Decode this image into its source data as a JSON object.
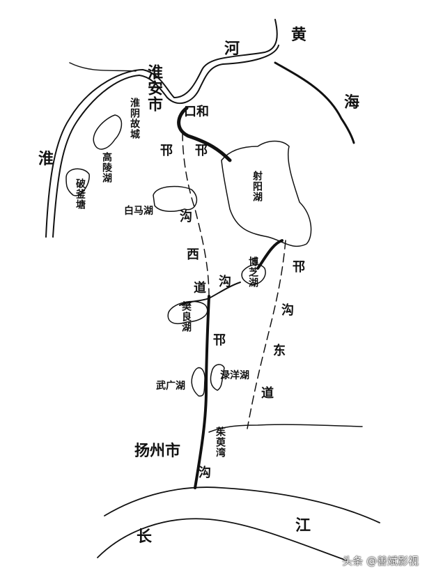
{
  "labels": {
    "yellow": "黄",
    "river_he": "河",
    "sea": "海",
    "huaian": "淮安市",
    "huaiyin_old": "淮阴故城",
    "huai": "淮",
    "gaoling": "高陵湖",
    "pofu": "破釜塘",
    "mokou": "口和",
    "han1": "邗",
    "han2": "邗",
    "sheyang": "射阳湖",
    "baima": "白马湖",
    "west_gou": "沟",
    "west_xi": "西",
    "west_dao": "道",
    "gou_mid": "沟",
    "bozhi": "博芝湖",
    "fanliang": "樊良湖",
    "han3": "邗",
    "east_han": "邗",
    "east_gou": "沟",
    "east_dong": "东",
    "east_dao": "道",
    "wuguang": "武广湖",
    "luyang": "渌洋湖",
    "yangzhou": "扬州市",
    "zhuyu": "茱萸湾",
    "gou_south": "沟",
    "chang": "长",
    "jiang": "江"
  },
  "watermark": "头条 @善斌影视"
}
